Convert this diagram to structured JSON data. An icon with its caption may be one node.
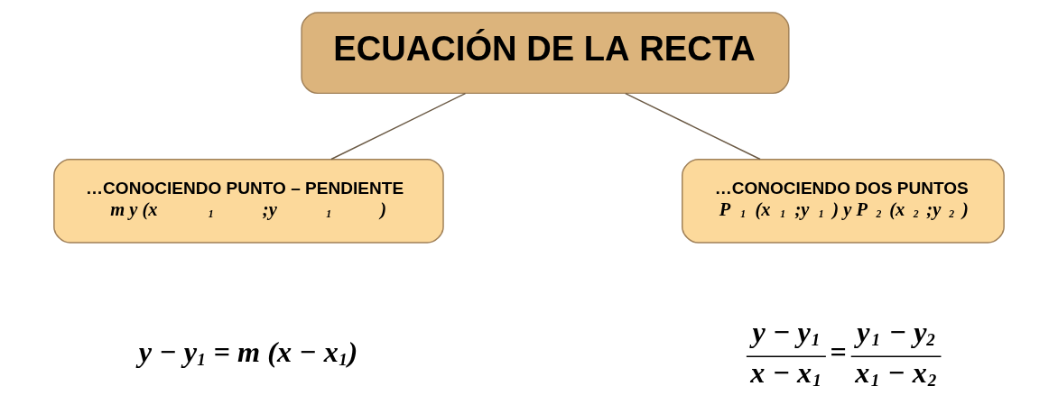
{
  "diagram": {
    "nodes": [
      {
        "text": [
          "ECUACIÓN DE LA RECTA"
        ]
      },
      {
        "text": [
          "…CONOCIENDO PUNTO – PENDIENTE",
          "m y (x$_{1}$;y$_{1}$)"
        ]
      },
      {
        "text": [
          "…CONOCIENDO DOS PUNTOS",
          "P$_{1}$(x$_{1}$;y$_{1}$) y P$_{2}$(x$_{2}$;y$_{2}$)"
        ]
      }
    ],
    "edges": [
      {
        "from": 0,
        "to": 1,
        "arrow": "none"
      },
      {
        "from": 0,
        "to": 2,
        "arrow": "none"
      }
    ],
    "labels": [
      "y − y$_{1}$ = m (x − x$_{1}$)",
      "y − y$_{1}$",
      "x − x$_{1}$",
      "=",
      "y$_{1}$ − y$_{2}$",
      "x$_{1}$ − x$_{2}$"
    ]
  }
}
